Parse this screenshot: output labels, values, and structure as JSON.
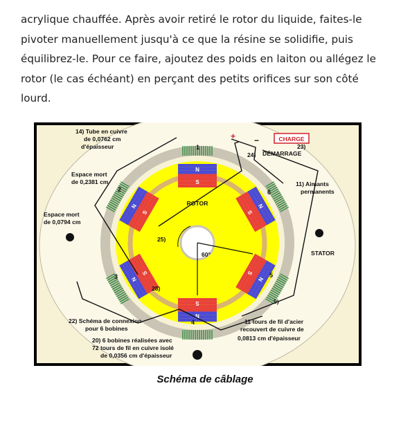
{
  "paragraph": {
    "lines": [
      "acrylique chauffée. Après avoir retiré le rotor du liquide, faites-le",
      "pivoter manuellement jusqu'à ce que la résine se solidifie, puis",
      "équilibrez-le. Pour ce faire, ajoutez des poids en laiton ou allégez le",
      "rotor (le cas échéant) en perçant des petits orifices sur son côté",
      "lourd."
    ]
  },
  "figure": {
    "caption": "Schéma de câblage",
    "labels": {
      "tube_1": "14) Tube en cuivre",
      "tube_2": "de 0,0762 cm",
      "tube_3": "d'épaisseur",
      "dead1_1": "Espace mort",
      "dead1_2": "de 0,2381 cm",
      "dead2_1": "Espace mort",
      "dead2_2": "de 0,0794 cm",
      "charge": "CHARGE",
      "plus": "+",
      "minus": "−",
      "start_num": "24)",
      "start": "DÉMARRAGE",
      "n23": "23)",
      "magnets_1": "11) Aimants",
      "magnets_2": "permanents",
      "rotor": "ROTOR",
      "stator": "STATOR",
      "n25": "25)",
      "angle": "60°",
      "n28": "28)",
      "n9": "9)",
      "steel_1": "11 tours de fil d'acier",
      "steel_2": "recouvert de cuivre de",
      "steel_3": "0,0813 cm d'épaisseur",
      "scheme_1": "22) Schéma de connexion",
      "scheme_2": "pour 6 bobines",
      "coils_1": "20) 6 bobines réalisées avec",
      "coils_2": "72 tours de fil en cuivre isolé",
      "coils_3": "de 0,0356 cm d'épaisseur",
      "coil_1": "1",
      "coil_2": "2",
      "coil_3": "3",
      "coil_4": "4",
      "coil_5": "5",
      "coil_6": "6",
      "mag_n": "N",
      "mag_s": "S"
    },
    "colors": {
      "background": "#f7f2d6",
      "stator_ring": "#c9c4b4",
      "rotor": "#ffff00",
      "inner_ring": "#d9b56f",
      "magnet_red": "#e8413a",
      "magnet_blue": "#4b4bd6",
      "coil_green": "#2e8b3a",
      "charge_red": "#d0202a"
    }
  }
}
